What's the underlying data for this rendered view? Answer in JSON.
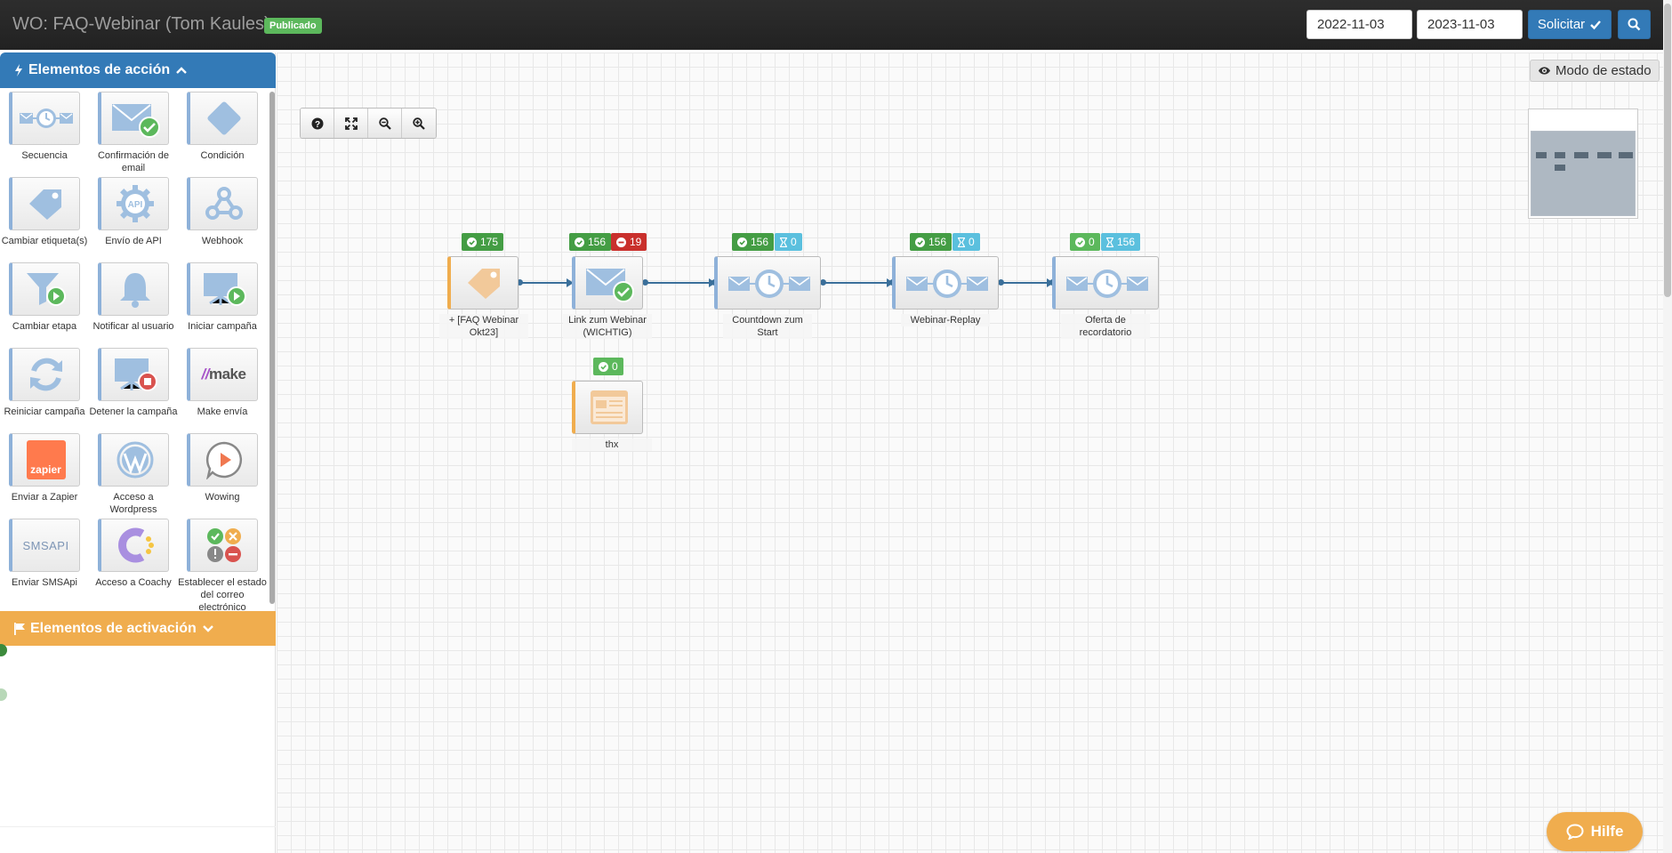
{
  "header": {
    "title": "WO: FAQ-Webinar (Tom Kaules)",
    "status_badge": "Publicado",
    "date_from": "2022-11-03",
    "date_to": "2023-11-03",
    "apply_label": "Solicitar",
    "search_icon": "search-icon"
  },
  "sidebar": {
    "action_header": "Elementos de acción",
    "trigger_header": "Elementos de activación",
    "action_items": [
      {
        "label": "Secuencia",
        "icon": "sequence-icon"
      },
      {
        "label": "Confirmación de email",
        "icon": "email-confirm-icon"
      },
      {
        "label": "Condición",
        "icon": "condition-diamond-icon"
      },
      {
        "label": "Cambiar etiqueta(s)",
        "icon": "tag-icon"
      },
      {
        "label": "Envío de API",
        "icon": "api-gear-icon"
      },
      {
        "label": "Webhook",
        "icon": "webhook-icon"
      },
      {
        "label": "Cambiar etapa",
        "icon": "funnel-icon"
      },
      {
        "label": "Notificar al usuario",
        "icon": "bell-icon"
      },
      {
        "label": "Iniciar campaña",
        "icon": "start-campaign-icon"
      },
      {
        "label": "Reiniciar campaña",
        "icon": "restart-icon"
      },
      {
        "label": "Detener la campaña",
        "icon": "stop-campaign-icon"
      },
      {
        "label": "Make envía",
        "icon": "make-logo-icon",
        "logo_text": "make"
      },
      {
        "label": "Enviar a Zapier",
        "icon": "zapier-logo-icon",
        "logo_text": "zapier"
      },
      {
        "label": "Acceso a Wordpress",
        "icon": "wordpress-icon"
      },
      {
        "label": "Wowing",
        "icon": "wowing-icon"
      },
      {
        "label": "Enviar SMSApi",
        "icon": "smsapi-logo-icon",
        "logo_text": "SMSAPI"
      },
      {
        "label": "Acceso a Coachy",
        "icon": "coachy-icon"
      },
      {
        "label": "Establecer el estado del correo electrónico",
        "icon": "email-status-icon"
      }
    ]
  },
  "canvas": {
    "status_mode_label": "Modo de estado",
    "toolbar": [
      "help-icon",
      "fit-screen-icon",
      "zoom-out-icon",
      "zoom-in-icon"
    ],
    "nodes": [
      {
        "label": "+ [FAQ Webinar Okt23]",
        "icon": "tag-icon",
        "stats": [
          {
            "kind": "success",
            "value": "175"
          }
        ]
      },
      {
        "label": "Link zum Webinar (WICHTIG)",
        "icon": "email-confirm-icon",
        "stats": [
          {
            "kind": "success",
            "value": "156"
          },
          {
            "kind": "error",
            "value": "19"
          }
        ]
      },
      {
        "label": "Countdown zum Start",
        "icon": "sequence-icon",
        "stats": [
          {
            "kind": "success",
            "value": "156"
          },
          {
            "kind": "waiting",
            "value": "0"
          }
        ]
      },
      {
        "label": "Webinar-Replay",
        "icon": "sequence-icon",
        "stats": [
          {
            "kind": "success",
            "value": "156"
          },
          {
            "kind": "waiting",
            "value": "0"
          }
        ]
      },
      {
        "label": "Oferta de recordatorio",
        "icon": "sequence-icon",
        "stats": [
          {
            "kind": "success",
            "value": "0"
          },
          {
            "kind": "waiting",
            "value": "156"
          }
        ]
      },
      {
        "label": "thx",
        "icon": "landing-page-icon",
        "stats": [
          {
            "kind": "success",
            "value": "0"
          }
        ]
      }
    ]
  },
  "help": {
    "label": "Hilfe"
  },
  "colors": {
    "primary": "#337ab7",
    "warning": "#f0ad4e",
    "success": "#449d44",
    "danger": "#c9302c",
    "info": "#5bc0de"
  }
}
